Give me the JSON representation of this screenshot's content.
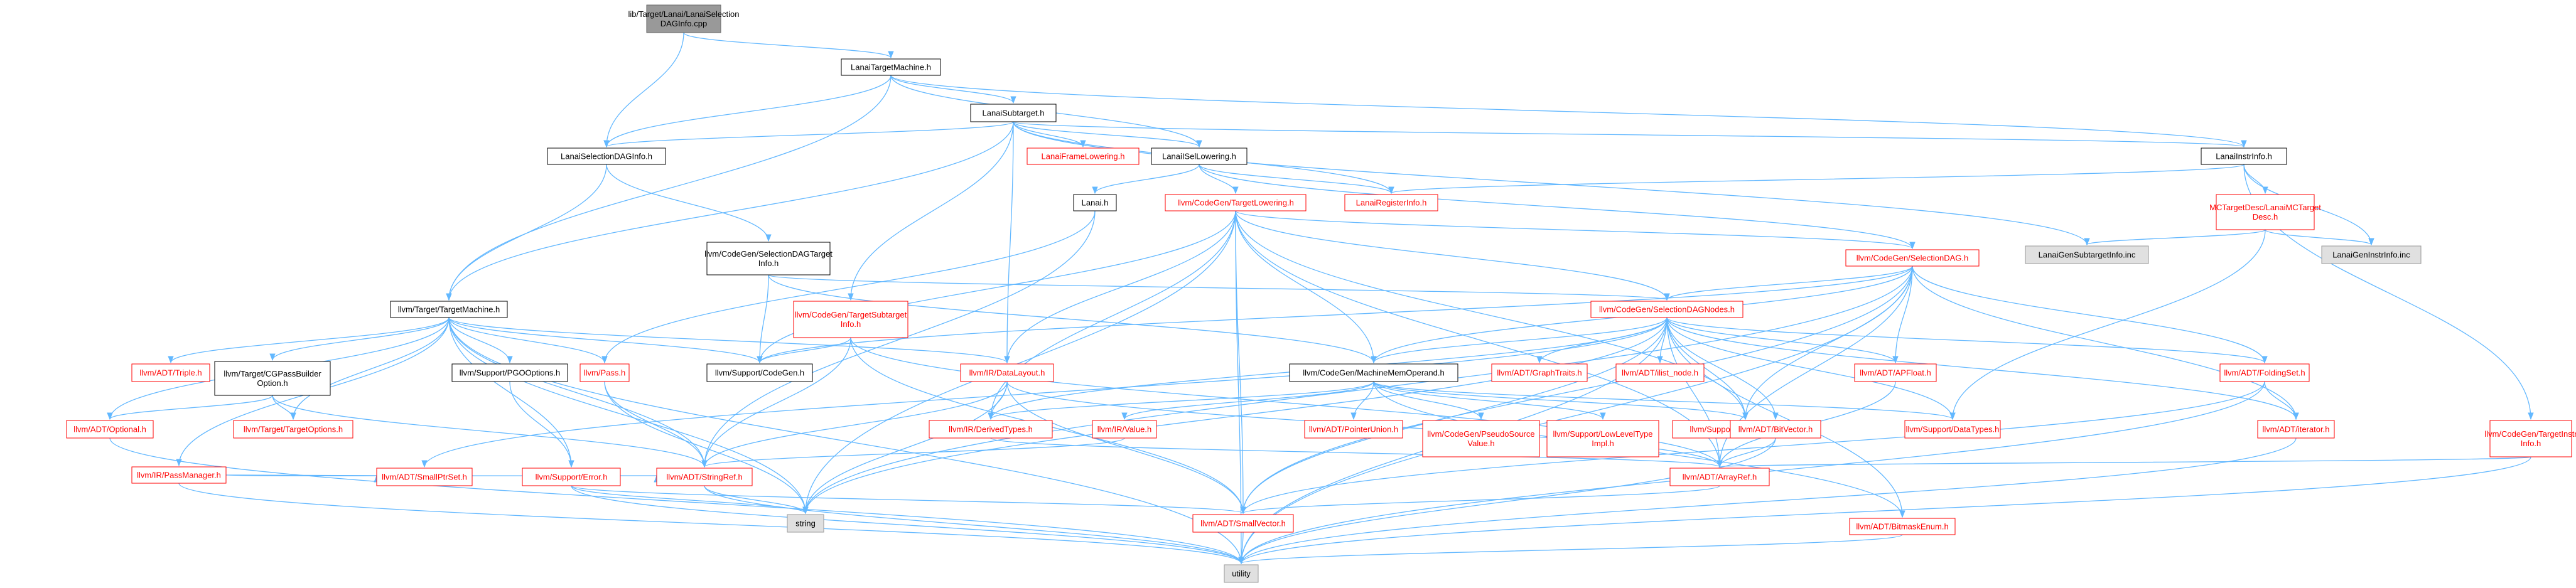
{
  "colors": {
    "edge": "#63b8ff",
    "edge_alt": "#6b6b6b",
    "text_black": "#000000",
    "text_red": "#ff0000",
    "root_fill": "#999999",
    "root_border": "#666666",
    "gray_fill": "#e0e0e0",
    "gray_border": "#999999",
    "white_fill": "#ffffff",
    "black_border": "#000000",
    "red_border": "#ff0000"
  },
  "nodes": [
    {
      "id": "root",
      "style": "root",
      "lines": [
        "lib/Target/Lanai/LanaiSelection",
        "DAGInfo.cpp"
      ]
    },
    {
      "id": "tm_h",
      "style": "normal",
      "lines": [
        "LanaiTargetMachine.h"
      ]
    },
    {
      "id": "sub_h",
      "style": "normal",
      "lines": [
        "LanaiSubtarget.h"
      ]
    },
    {
      "id": "sdinfo_h",
      "style": "normal",
      "lines": [
        "LanaiSelectionDAGInfo.h"
      ]
    },
    {
      "id": "framelow",
      "style": "red",
      "lines": [
        "LanaiFrameLowering.h"
      ]
    },
    {
      "id": "isellow",
      "style": "normal",
      "lines": [
        "LanaiISelLowering.h"
      ]
    },
    {
      "id": "instrinfo",
      "style": "normal",
      "lines": [
        "LanaiInstrInfo.h"
      ]
    },
    {
      "id": "lanai_h",
      "style": "normal",
      "lines": [
        "Lanai.h"
      ]
    },
    {
      "id": "reginfo",
      "style": "red",
      "lines": [
        "LanaiRegisterInfo.h"
      ]
    },
    {
      "id": "mctdesc",
      "style": "red",
      "lines": [
        "MCTargetDesc/LanaiMCTarget",
        "Desc.h"
      ]
    },
    {
      "id": "gensub",
      "style": "gray",
      "lines": [
        "LanaiGenSubtargetInfo.inc"
      ]
    },
    {
      "id": "geninstr",
      "style": "gray",
      "lines": [
        "LanaiGenInstrInfo.inc"
      ]
    },
    {
      "id": "tlower",
      "style": "red",
      "lines": [
        "llvm/CodeGen/TargetLowering.h"
      ]
    },
    {
      "id": "sdtinfo",
      "style": "normal",
      "lines": [
        "llvm/CodeGen/SelectionDAGTarget",
        "Info.h"
      ]
    },
    {
      "id": "seldag",
      "style": "red",
      "lines": [
        "llvm/CodeGen/SelectionDAG.h"
      ]
    },
    {
      "id": "ttm",
      "style": "normal",
      "lines": [
        "llvm/Target/TargetMachine.h"
      ]
    },
    {
      "id": "tsubinfo",
      "style": "red",
      "lines": [
        "llvm/CodeGen/TargetSubtarget",
        "Info.h"
      ]
    },
    {
      "id": "sdnodes",
      "style": "red",
      "lines": [
        "llvm/CodeGen/SelectionDAGNodes.h"
      ]
    },
    {
      "id": "triple",
      "style": "red",
      "lines": [
        "llvm/ADT/Triple.h"
      ]
    },
    {
      "id": "cgpass",
      "style": "normal",
      "lines": [
        "llvm/Target/CGPassBuilder",
        "Option.h"
      ]
    },
    {
      "id": "pgo",
      "style": "normal",
      "lines": [
        "llvm/Support/PGOOptions.h"
      ]
    },
    {
      "id": "pass",
      "style": "red",
      "lines": [
        "llvm/Pass.h"
      ]
    },
    {
      "id": "codegen",
      "style": "normal",
      "lines": [
        "llvm/Support/CodeGen.h"
      ]
    },
    {
      "id": "datalayout",
      "style": "red",
      "lines": [
        "llvm/IR/DataLayout.h"
      ]
    },
    {
      "id": "mmo",
      "style": "normal",
      "lines": [
        "llvm/CodeGen/MachineMemOperand.h"
      ]
    },
    {
      "id": "graphtraits",
      "style": "red",
      "lines": [
        "llvm/ADT/GraphTraits.h"
      ]
    },
    {
      "id": "ilist",
      "style": "red",
      "lines": [
        "llvm/ADT/ilist_node.h"
      ]
    },
    {
      "id": "apfloat",
      "style": "red",
      "lines": [
        "llvm/ADT/APFloat.h"
      ]
    },
    {
      "id": "foldingset",
      "style": "red",
      "lines": [
        "llvm/ADT/FoldingSet.h"
      ]
    },
    {
      "id": "optional",
      "style": "red",
      "lines": [
        "llvm/ADT/Optional.h"
      ]
    },
    {
      "id": "passmgr",
      "style": "red",
      "lines": [
        "llvm/IR/PassManager.h"
      ]
    },
    {
      "id": "topts",
      "style": "red",
      "lines": [
        "llvm/Target/TargetOptions.h"
      ]
    },
    {
      "id": "derived",
      "style": "red",
      "lines": [
        "llvm/IR/DerivedTypes.h"
      ]
    },
    {
      "id": "value",
      "style": "red",
      "lines": [
        "llvm/IR/Value.h"
      ]
    },
    {
      "id": "ptrunion",
      "style": "red",
      "lines": [
        "llvm/ADT/PointerUnion.h"
      ]
    },
    {
      "id": "psv",
      "style": "red",
      "lines": [
        "llvm/CodeGen/PseudoSource",
        "Value.h"
      ]
    },
    {
      "id": "lltype",
      "style": "red",
      "lines": [
        "llvm/Support/LowLevelType",
        "Impl.h"
      ]
    },
    {
      "id": "atomic",
      "style": "red",
      "lines": [
        "llvm/Support/AtomicOrdering.h"
      ]
    },
    {
      "id": "datatypes",
      "style": "red",
      "lines": [
        "llvm/Support/DataTypes.h"
      ]
    },
    {
      "id": "iterator",
      "style": "red",
      "lines": [
        "llvm/ADT/iterator.h"
      ]
    },
    {
      "id": "tgtinstr",
      "style": "red",
      "lines": [
        "llvm/CodeGen/TargetInstr",
        "Info.h"
      ]
    },
    {
      "id": "smallptr",
      "style": "red",
      "lines": [
        "llvm/ADT/SmallPtrSet.h"
      ]
    },
    {
      "id": "error",
      "style": "red",
      "lines": [
        "llvm/Support/Error.h"
      ]
    },
    {
      "id": "stringref",
      "style": "red",
      "lines": [
        "llvm/ADT/StringRef.h"
      ]
    },
    {
      "id": "bitvector",
      "style": "red",
      "lines": [
        "llvm/ADT/BitVector.h"
      ]
    },
    {
      "id": "arrayref",
      "style": "red",
      "lines": [
        "llvm/ADT/ArrayRef.h"
      ]
    },
    {
      "id": "string",
      "style": "gray",
      "lines": [
        "string"
      ]
    },
    {
      "id": "smallvec",
      "style": "red",
      "lines": [
        "llvm/ADT/SmallVector.h"
      ]
    },
    {
      "id": "bitmask",
      "style": "red",
      "lines": [
        "llvm/ADT/BitmaskEnum.h"
      ]
    },
    {
      "id": "utility",
      "style": "gray",
      "lines": [
        "utility"
      ]
    }
  ],
  "edges": [
    [
      "root",
      "tm_h"
    ],
    [
      "root",
      "sdinfo_h"
    ],
    [
      "tm_h",
      "sub_h"
    ],
    [
      "tm_h",
      "sdinfo_h"
    ],
    [
      "tm_h",
      "isellow"
    ],
    [
      "tm_h",
      "instrinfo"
    ],
    [
      "tm_h",
      "ttm"
    ],
    [
      "sub_h",
      "framelow"
    ],
    [
      "sub_h",
      "isellow"
    ],
    [
      "sub_h",
      "instrinfo"
    ],
    [
      "sub_h",
      "sdinfo_h"
    ],
    [
      "sub_h",
      "reginfo"
    ],
    [
      "sub_h",
      "gensub"
    ],
    [
      "sub_h",
      "ttm"
    ],
    [
      "sub_h",
      "tsubinfo"
    ],
    [
      "sub_h",
      "datalayout"
    ],
    [
      "sdinfo_h",
      "ttm"
    ],
    [
      "sdinfo_h",
      "sdtinfo"
    ],
    [
      "isellow",
      "lanai_h"
    ],
    [
      "isellow",
      "reginfo"
    ],
    [
      "isellow",
      "tlower"
    ],
    [
      "isellow",
      "seldag"
    ],
    [
      "instrinfo",
      "reginfo"
    ],
    [
      "instrinfo",
      "mctdesc"
    ],
    [
      "instrinfo",
      "geninstr"
    ],
    [
      "instrinfo",
      "tgtinstr"
    ],
    [
      "mctdesc",
      "gensub"
    ],
    [
      "mctdesc",
      "geninstr"
    ],
    [
      "mctdesc",
      "datatypes"
    ],
    [
      "lanai_h",
      "pass"
    ],
    [
      "lanai_h",
      "stringref"
    ],
    [
      "tlower",
      "seldag"
    ],
    [
      "tlower",
      "sdnodes"
    ],
    [
      "tlower",
      "datalayout"
    ],
    [
      "tlower",
      "derived"
    ],
    [
      "tlower",
      "atomic"
    ],
    [
      "tlower",
      "codegen"
    ],
    [
      "tlower",
      "arrayref"
    ],
    [
      "tlower",
      "smallvec"
    ],
    [
      "tlower",
      "string"
    ],
    [
      "tlower",
      "utility"
    ],
    [
      "tlower",
      "mmo"
    ],
    [
      "sdtinfo",
      "sdnodes"
    ],
    [
      "sdtinfo",
      "mmo"
    ],
    [
      "sdtinfo",
      "codegen"
    ],
    [
      "seldag",
      "sdnodes"
    ],
    [
      "seldag",
      "mmo"
    ],
    [
      "seldag",
      "apfloat"
    ],
    [
      "seldag",
      "foldingset"
    ],
    [
      "seldag",
      "iterator"
    ],
    [
      "seldag",
      "atomic"
    ],
    [
      "seldag",
      "arrayref"
    ],
    [
      "seldag",
      "codegen"
    ],
    [
      "seldag",
      "string"
    ],
    [
      "seldag",
      "utility"
    ],
    [
      "seldag",
      "smallvec"
    ],
    [
      "ttm",
      "triple"
    ],
    [
      "ttm",
      "cgpass"
    ],
    [
      "ttm",
      "pgo"
    ],
    [
      "ttm",
      "pass"
    ],
    [
      "ttm",
      "codegen"
    ],
    [
      "ttm",
      "datalayout"
    ],
    [
      "ttm",
      "optional"
    ],
    [
      "ttm",
      "passmgr"
    ],
    [
      "ttm",
      "topts"
    ],
    [
      "ttm",
      "stringref"
    ],
    [
      "ttm",
      "error"
    ],
    [
      "ttm",
      "string"
    ],
    [
      "ttm",
      "utility"
    ],
    [
      "tsubinfo",
      "codegen"
    ],
    [
      "tsubinfo",
      "stringref"
    ],
    [
      "tsubinfo",
      "arrayref"
    ],
    [
      "tsubinfo",
      "smallvec"
    ],
    [
      "sdnodes",
      "graphtraits"
    ],
    [
      "sdnodes",
      "ilist"
    ],
    [
      "sdnodes",
      "apfloat"
    ],
    [
      "sdnodes",
      "foldingset"
    ],
    [
      "sdnodes",
      "bitvector"
    ],
    [
      "sdnodes",
      "mmo"
    ],
    [
      "sdnodes",
      "datatypes"
    ],
    [
      "sdnodes",
      "atomic"
    ],
    [
      "sdnodes",
      "iterator"
    ],
    [
      "sdnodes",
      "arrayref"
    ],
    [
      "sdnodes",
      "smallvec"
    ],
    [
      "sdnodes",
      "string"
    ],
    [
      "sdnodes",
      "derived"
    ],
    [
      "sdnodes",
      "smallptr"
    ],
    [
      "sdnodes",
      "bitmask"
    ],
    [
      "sdnodes",
      "utility"
    ],
    [
      "cgpass",
      "optional"
    ],
    [
      "cgpass",
      "topts"
    ],
    [
      "cgpass",
      "stringref"
    ],
    [
      "pgo",
      "error"
    ],
    [
      "pass",
      "stringref"
    ],
    [
      "pass",
      "string"
    ],
    [
      "datalayout",
      "derived"
    ],
    [
      "datalayout",
      "stringref"
    ],
    [
      "datalayout",
      "smallvec"
    ],
    [
      "datalayout",
      "arrayref"
    ],
    [
      "datalayout",
      "string"
    ],
    [
      "mmo",
      "ptrunion"
    ],
    [
      "mmo",
      "psv"
    ],
    [
      "mmo",
      "lltype"
    ],
    [
      "mmo",
      "value"
    ],
    [
      "mmo",
      "atomic"
    ],
    [
      "mmo",
      "derived"
    ],
    [
      "mmo",
      "datatypes"
    ],
    [
      "mmo",
      "bitmask"
    ],
    [
      "apfloat",
      "arrayref"
    ],
    [
      "foldingset",
      "iterator"
    ],
    [
      "foldingset",
      "smallvec"
    ],
    [
      "foldingset",
      "utility"
    ],
    [
      "optional",
      "utility"
    ],
    [
      "passmgr",
      "stringref"
    ],
    [
      "passmgr",
      "smallptr"
    ],
    [
      "passmgr",
      "utility"
    ],
    [
      "derived",
      "arrayref"
    ],
    [
      "value",
      "stringref"
    ],
    [
      "bitvector",
      "arrayref"
    ],
    [
      "bitvector",
      "utility"
    ],
    [
      "iterator",
      "utility"
    ],
    [
      "tgtinstr",
      "arrayref"
    ],
    [
      "tgtinstr",
      "utility"
    ],
    [
      "error",
      "smallvec"
    ],
    [
      "error",
      "string"
    ],
    [
      "error",
      "utility"
    ],
    [
      "stringref",
      "string"
    ],
    [
      "stringref",
      "utility"
    ],
    [
      "arrayref",
      "smallvec"
    ],
    [
      "smallvec",
      "utility"
    ],
    [
      "bitmask",
      "utility"
    ]
  ]
}
